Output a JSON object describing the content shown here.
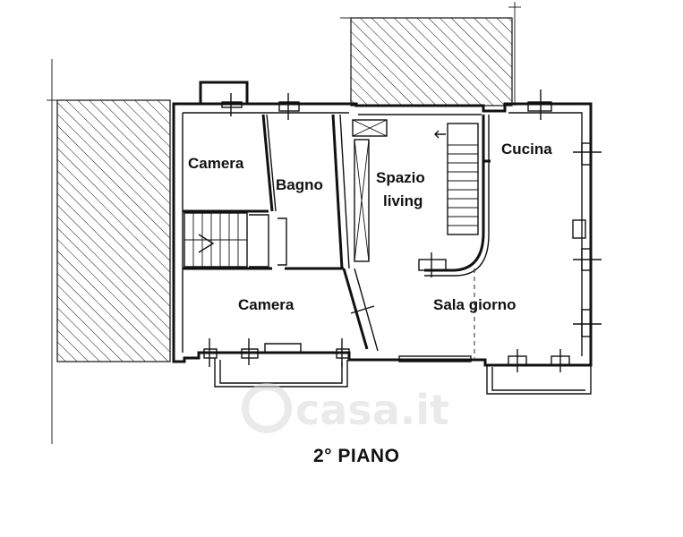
{
  "floor_label": "2° PIANO",
  "watermark": "casa.it",
  "colors": {
    "ink": "#111111",
    "background": "#ffffff",
    "watermark": "#d9d9d9"
  },
  "rooms": [
    {
      "id": "camera-top",
      "label": "Camera"
    },
    {
      "id": "bagno",
      "label": "Bagno"
    },
    {
      "id": "spazio-living",
      "label": "Spazio",
      "label2": "living"
    },
    {
      "id": "cucina",
      "label": "Cucina"
    },
    {
      "id": "camera-bottom",
      "label": "Camera"
    },
    {
      "id": "sala-giorno",
      "label": "Sala giorno"
    }
  ]
}
